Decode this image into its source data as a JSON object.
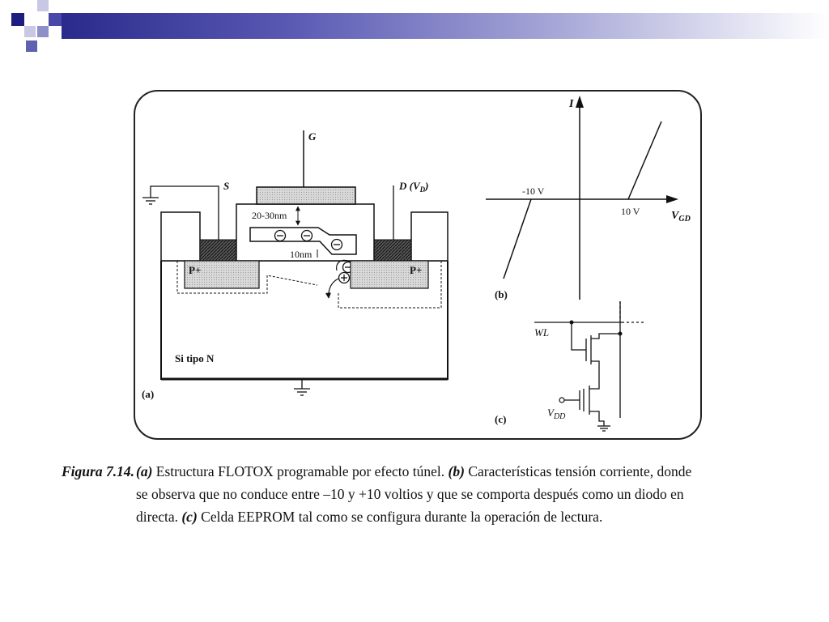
{
  "diagram": {
    "panel_a": {
      "label": "(a)",
      "gate_label": "G",
      "source_label": "S",
      "drain_label": "D (V",
      "drain_sub": "D",
      "drain_close": ")",
      "oxide_thickness": "20-30nm",
      "tunnel_thickness": "10nm",
      "p_left": "P+",
      "p_right": "P+",
      "substrate": "Si tipo N"
    },
    "panel_b": {
      "label": "(b)",
      "y_axis": "I",
      "x_axis": "V",
      "x_axis_sub": "GD",
      "neg_threshold": "-10 V",
      "pos_threshold": "10 V"
    },
    "panel_c": {
      "label": "(c)",
      "wordline": "WL",
      "supply": "V",
      "supply_sub": "DD"
    }
  },
  "caption": {
    "figure_label": "Figura 7.14.",
    "part_a_tag": "(a)",
    "part_a_text": " Estructura FLOTOX programable por efecto túnel. ",
    "part_b_tag": "(b)",
    "part_b_text": " Características tensión corriente, donde",
    "line2": "se observa que no conduce entre –10 y +10 voltios y que se comporta después como un diodo en",
    "line3_start": "directa. ",
    "part_c_tag": "(c)",
    "part_c_text": " Celda EEPROM tal como se configura durante la operación de lectura."
  }
}
